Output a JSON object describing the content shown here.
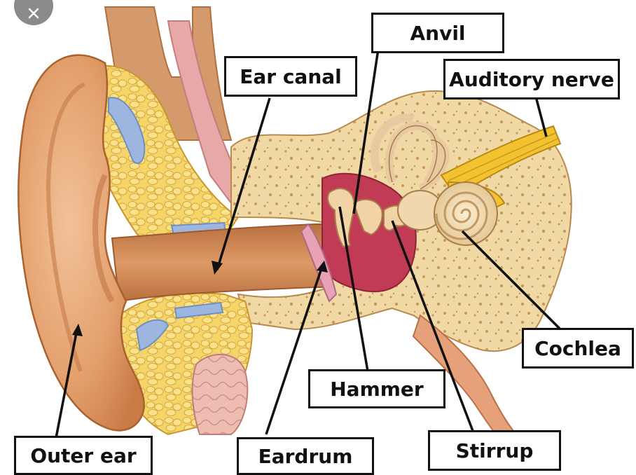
{
  "labels": {
    "anvil": "Anvil",
    "ear_canal": "Ear canal",
    "auditory_nerve": "Auditory nerve",
    "cochlea": "Cochlea",
    "hammer": "Hammer",
    "outer_ear": "Outer ear",
    "eardrum": "Eardrum",
    "stirrup": "Stirrup"
  },
  "icons": {
    "close": "close-icon"
  },
  "colors": {
    "skin": "#e8a673",
    "skin_dark": "#b86a3a",
    "bone": "#f1d9a6",
    "bone_spot": "#c79a5c",
    "fat": "#f5d469",
    "fat_line": "#d4a73a",
    "cartilage": "#9db6e0",
    "middle_ear": "#c23b55",
    "canal": "#d08a55",
    "nerve": "#f2c230",
    "pink": "#e3a5a0"
  }
}
